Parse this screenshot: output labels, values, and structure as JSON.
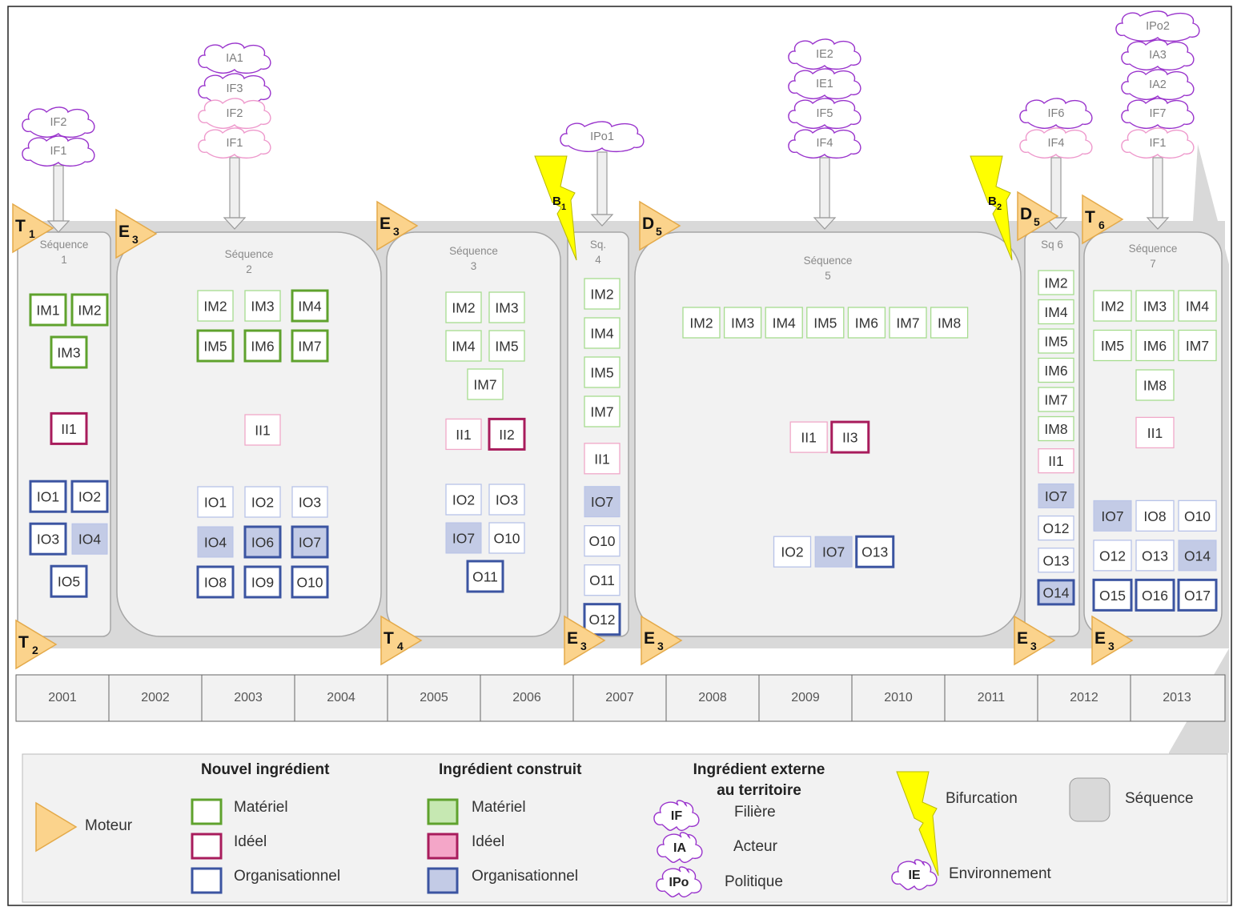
{
  "timeline": [
    "2001",
    "2002",
    "2003",
    "2004",
    "2005",
    "2006",
    "2007",
    "2008",
    "2009",
    "2010",
    "2011",
    "2012",
    "2013"
  ],
  "sequences": [
    {
      "title": "Séquence\n1",
      "items": [
        {
          "t": "IM1",
          "k": "m",
          "s": "n",
          "c": 0,
          "r": 0
        },
        {
          "t": "IM2",
          "k": "m",
          "s": "n",
          "c": 1,
          "r": 0
        },
        {
          "t": "IM3",
          "k": "m",
          "s": "n",
          "c": 0.5,
          "r": 1
        },
        {
          "t": "II1",
          "k": "i",
          "s": "n",
          "c": 0.5,
          "r": 2.8
        },
        {
          "t": "IO1",
          "k": "o",
          "s": "n",
          "c": 0,
          "r": 4.4
        },
        {
          "t": "IO2",
          "k": "o",
          "s": "n",
          "c": 1,
          "r": 4.4
        },
        {
          "t": "IO3",
          "k": "o",
          "s": "n",
          "c": 0,
          "r": 5.4
        },
        {
          "t": "IO4",
          "k": "o",
          "s": "c",
          "c": 1,
          "r": 5.4
        },
        {
          "t": "IO5",
          "k": "o",
          "s": "n",
          "c": 0.5,
          "r": 6.4
        }
      ]
    },
    {
      "title": "Séquence\n2",
      "items": [
        {
          "t": "IM2",
          "k": "m",
          "s": "l",
          "c": 0,
          "r": 0
        },
        {
          "t": "IM3",
          "k": "m",
          "s": "l",
          "c": 1,
          "r": 0
        },
        {
          "t": "IM4",
          "k": "m",
          "s": "n",
          "c": 2,
          "r": 0
        },
        {
          "t": "IM5",
          "k": "m",
          "s": "n",
          "c": 0,
          "r": 1
        },
        {
          "t": "IM6",
          "k": "m",
          "s": "n",
          "c": 1,
          "r": 1
        },
        {
          "t": "IM7",
          "k": "m",
          "s": "n",
          "c": 2,
          "r": 1
        },
        {
          "t": "II1",
          "k": "i",
          "s": "l",
          "c": 1,
          "r": 3.1
        },
        {
          "t": "IO1",
          "k": "o",
          "s": "l",
          "c": 0,
          "r": 4.9
        },
        {
          "t": "IO2",
          "k": "o",
          "s": "l",
          "c": 1,
          "r": 4.9
        },
        {
          "t": "IO3",
          "k": "o",
          "s": "l",
          "c": 2,
          "r": 4.9
        },
        {
          "t": "IO4",
          "k": "o",
          "s": "c",
          "c": 0,
          "r": 5.9
        },
        {
          "t": "IO6",
          "k": "o",
          "s": "nc",
          "c": 1,
          "r": 5.9
        },
        {
          "t": "IO7",
          "k": "o",
          "s": "nc",
          "c": 2,
          "r": 5.9
        },
        {
          "t": "IO8",
          "k": "o",
          "s": "n",
          "c": 0,
          "r": 6.9
        },
        {
          "t": "IO9",
          "k": "o",
          "s": "n",
          "c": 1,
          "r": 6.9
        },
        {
          "t": "O10",
          "k": "o",
          "s": "n",
          "c": 2,
          "r": 6.9
        }
      ]
    },
    {
      "title": "Séquence\n3",
      "items": [
        {
          "t": "IM2",
          "k": "m",
          "s": "l",
          "c": 0,
          "r": 0
        },
        {
          "t": "IM3",
          "k": "m",
          "s": "l",
          "c": 1,
          "r": 0
        },
        {
          "t": "IM4",
          "k": "m",
          "s": "l",
          "c": 0,
          "r": 1
        },
        {
          "t": "IM5",
          "k": "m",
          "s": "l",
          "c": 1,
          "r": 1
        },
        {
          "t": "IM7",
          "k": "m",
          "s": "l",
          "c": 0.5,
          "r": 2
        },
        {
          "t": "II1",
          "k": "i",
          "s": "l",
          "c": 0,
          "r": 3.3
        },
        {
          "t": "II2",
          "k": "i",
          "s": "n",
          "c": 1,
          "r": 3.3
        },
        {
          "t": "IO2",
          "k": "o",
          "s": "l",
          "c": 0,
          "r": 5
        },
        {
          "t": "IO3",
          "k": "o",
          "s": "l",
          "c": 1,
          "r": 5
        },
        {
          "t": "IO7",
          "k": "o",
          "s": "c",
          "c": 0,
          "r": 6
        },
        {
          "t": "O10",
          "k": "o",
          "s": "l",
          "c": 1,
          "r": 6
        },
        {
          "t": "O11",
          "k": "o",
          "s": "n",
          "c": 0.5,
          "r": 7
        }
      ]
    },
    {
      "title": "Sq.\n4",
      "items": [
        {
          "t": "IM2",
          "k": "m",
          "s": "l",
          "c": 0,
          "r": 0
        },
        {
          "t": "IM4",
          "k": "m",
          "s": "l",
          "c": 0,
          "r": 1
        },
        {
          "t": "IM5",
          "k": "m",
          "s": "l",
          "c": 0,
          "r": 2
        },
        {
          "t": "IM7",
          "k": "m",
          "s": "l",
          "c": 0,
          "r": 3
        },
        {
          "t": "II1",
          "k": "i",
          "s": "l",
          "c": 0,
          "r": 4.2
        },
        {
          "t": "IO7",
          "k": "o",
          "s": "c",
          "c": 0,
          "r": 5.3
        },
        {
          "t": "O10",
          "k": "o",
          "s": "l",
          "c": 0,
          "r": 6.3
        },
        {
          "t": "O11",
          "k": "o",
          "s": "l",
          "c": 0,
          "r": 7.3
        },
        {
          "t": "O12",
          "k": "o",
          "s": "n",
          "c": 0,
          "r": 8.3
        }
      ]
    },
    {
      "title": "Séquence\n5",
      "items": [
        {
          "t": "IM2",
          "k": "m",
          "s": "l",
          "c": 0,
          "r": 0
        },
        {
          "t": "IM3",
          "k": "m",
          "s": "l",
          "c": 1,
          "r": 0
        },
        {
          "t": "IM4",
          "k": "m",
          "s": "l",
          "c": 2,
          "r": 0
        },
        {
          "t": "IM5",
          "k": "m",
          "s": "l",
          "c": 3,
          "r": 0
        },
        {
          "t": "IM6",
          "k": "m",
          "s": "l",
          "c": 4,
          "r": 0
        },
        {
          "t": "IM7",
          "k": "m",
          "s": "l",
          "c": 5,
          "r": 0
        },
        {
          "t": "IM8",
          "k": "m",
          "s": "l",
          "c": 6,
          "r": 0
        },
        {
          "t": "II1",
          "k": "i",
          "s": "l",
          "c": 2.6,
          "r": 2.7
        },
        {
          "t": "II3",
          "k": "i",
          "s": "n",
          "c": 3.6,
          "r": 2.7
        },
        {
          "t": "IO2",
          "k": "o",
          "s": "l",
          "c": 2.2,
          "r": 5.4
        },
        {
          "t": "IO7",
          "k": "o",
          "s": "c",
          "c": 3.2,
          "r": 5.4
        },
        {
          "t": "O13",
          "k": "o",
          "s": "n",
          "c": 4.2,
          "r": 5.4
        }
      ]
    },
    {
      "title": "Sq 6",
      "items": [
        {
          "t": "IM2",
          "k": "m",
          "s": "l",
          "c": 0,
          "r": 0
        },
        {
          "t": "IM4",
          "k": "m",
          "s": "l",
          "c": 0,
          "r": 1
        },
        {
          "t": "IM5",
          "k": "m",
          "s": "l",
          "c": 0,
          "r": 2
        },
        {
          "t": "IM6",
          "k": "m",
          "s": "l",
          "c": 0,
          "r": 3
        },
        {
          "t": "IM7",
          "k": "m",
          "s": "l",
          "c": 0,
          "r": 4
        },
        {
          "t": "IM8",
          "k": "m",
          "s": "l",
          "c": 0,
          "r": 5
        },
        {
          "t": "II1",
          "k": "i",
          "s": "l",
          "c": 0,
          "r": 6.1
        },
        {
          "t": "IO7",
          "k": "o",
          "s": "c",
          "c": 0,
          "r": 7.3
        },
        {
          "t": "O12",
          "k": "o",
          "s": "l",
          "c": 0,
          "r": 8.4
        },
        {
          "t": "O13",
          "k": "o",
          "s": "l",
          "c": 0,
          "r": 9.5
        },
        {
          "t": "O14",
          "k": "o",
          "s": "nc",
          "c": 0,
          "r": 10.6
        }
      ]
    },
    {
      "title": "Séquence\n7",
      "items": [
        {
          "t": "IM2",
          "k": "m",
          "s": "l",
          "c": 0,
          "r": 0
        },
        {
          "t": "IM3",
          "k": "m",
          "s": "l",
          "c": 1,
          "r": 0
        },
        {
          "t": "IM4",
          "k": "m",
          "s": "l",
          "c": 2,
          "r": 0
        },
        {
          "t": "IM5",
          "k": "m",
          "s": "l",
          "c": 0,
          "r": 1
        },
        {
          "t": "IM6",
          "k": "m",
          "s": "l",
          "c": 1,
          "r": 1
        },
        {
          "t": "IM7",
          "k": "m",
          "s": "l",
          "c": 2,
          "r": 1
        },
        {
          "t": "IM8",
          "k": "m",
          "s": "l",
          "c": 1,
          "r": 2
        },
        {
          "t": "II1",
          "k": "i",
          "s": "l",
          "c": 1,
          "r": 3.2
        },
        {
          "t": "IO7",
          "k": "o",
          "s": "c",
          "c": 0,
          "r": 5.3
        },
        {
          "t": "IO8",
          "k": "o",
          "s": "l",
          "c": 1,
          "r": 5.3
        },
        {
          "t": "O10",
          "k": "o",
          "s": "l",
          "c": 2,
          "r": 5.3
        },
        {
          "t": "O12",
          "k": "o",
          "s": "l",
          "c": 0,
          "r": 6.3
        },
        {
          "t": "O13",
          "k": "o",
          "s": "l",
          "c": 1,
          "r": 6.3
        },
        {
          "t": "O14",
          "k": "o",
          "s": "c",
          "c": 2,
          "r": 6.3
        },
        {
          "t": "O15",
          "k": "o",
          "s": "n",
          "c": 0,
          "r": 7.3
        },
        {
          "t": "O16",
          "k": "o",
          "s": "n",
          "c": 1,
          "r": 7.3
        },
        {
          "t": "O17",
          "k": "o",
          "s": "n",
          "c": 2,
          "r": 7.3
        }
      ]
    }
  ],
  "clouds": [
    {
      "labels": [
        "IF2",
        "IF1"
      ],
      "light": []
    },
    {
      "labels": [
        "IA1",
        "IF3",
        "IF2",
        "IF1"
      ],
      "light": [
        2,
        3
      ]
    },
    {
      "labels": [
        "IPo1"
      ],
      "light": []
    },
    {
      "labels": [
        "IE2",
        "IE1",
        "IF5",
        "IF4"
      ],
      "light": []
    },
    {
      "labels": [
        "IF6",
        "IF4"
      ],
      "light": [
        1
      ]
    },
    {
      "labels": [
        "IPo2",
        "IA3",
        "IA2",
        "IF7",
        "IF1"
      ],
      "light": [
        4
      ]
    }
  ],
  "motors": [
    {
      "m": "T",
      "s": "1"
    },
    {
      "m": "E",
      "s": "3"
    },
    {
      "m": "E",
      "s": "3"
    },
    {
      "m": "D",
      "s": "5"
    },
    {
      "m": "D",
      "s": "5"
    },
    {
      "m": "T",
      "s": "6"
    },
    {
      "m": "T",
      "s": "2"
    },
    {
      "m": "T",
      "s": "4"
    },
    {
      "m": "E",
      "s": "3"
    },
    {
      "m": "E",
      "s": "3"
    },
    {
      "m": "E",
      "s": "3"
    },
    {
      "m": "E",
      "s": "3"
    }
  ],
  "bifurcations": [
    {
      "m": "B",
      "s": "1"
    },
    {
      "m": "B",
      "s": "2"
    }
  ],
  "legend": {
    "moteur": "Moteur",
    "new_title": "Nouvel ingrédient",
    "built_title": "Ingrédient construit",
    "ext_title": "Ingrédient externe\nau territoire",
    "materiel": "Matériel",
    "ideel": "Idéel",
    "organisationnel": "Organisationnel",
    "if_tag": "IF",
    "ia_tag": "IA",
    "ipo_tag": "IPo",
    "ie_tag": "IE",
    "filiere": "Filière",
    "acteur": "Acteur",
    "politique": "Politique",
    "bifurcation": "Bifurcation",
    "sequence": "Séquence",
    "environnement": "Environnement"
  },
  "colors": {
    "m": "#5fa22d",
    "i": "#a81c5c",
    "o": "#3b54a1",
    "m_light": "#a6dc8e",
    "i_light": "#f0a8c8",
    "o_light": "#b7c2e8",
    "m_fill": "#c6e8b2",
    "i_fill": "#f4a6c8",
    "o_fill": "#c3cbe6",
    "cloud": "#9933cc",
    "cloud_light": "#ee99cc",
    "motor": "#fbd38c",
    "motor_stroke": "#e4aa4a",
    "bolt": "#ffff00",
    "seq": "#f2f2f2",
    "band": "#d9d9d9"
  }
}
